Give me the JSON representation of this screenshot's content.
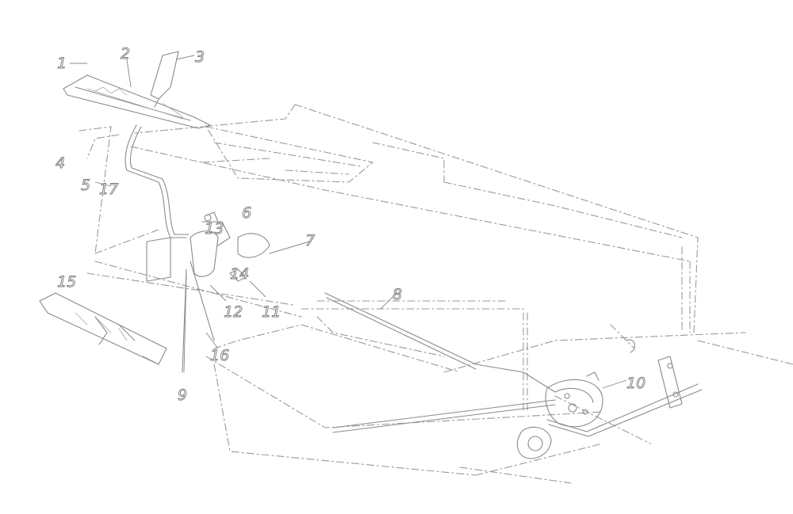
{
  "diagram": {
    "description_style": "line-art",
    "callouts": [
      {
        "id": "c1",
        "label": "1"
      },
      {
        "id": "c2",
        "label": "2"
      },
      {
        "id": "c3",
        "label": "3"
      },
      {
        "id": "c4",
        "label": "4"
      },
      {
        "id": "c5",
        "label": "5"
      },
      {
        "id": "c6",
        "label": "6"
      },
      {
        "id": "c7",
        "label": "7"
      },
      {
        "id": "c8",
        "label": "8"
      },
      {
        "id": "c9",
        "label": "9"
      },
      {
        "id": "c10",
        "label": "10"
      },
      {
        "id": "c11",
        "label": "11"
      },
      {
        "id": "c12",
        "label": "12"
      },
      {
        "id": "c13",
        "label": "13"
      },
      {
        "id": "c14",
        "label": "14"
      },
      {
        "id": "c15",
        "label": "15"
      },
      {
        "id": "c16",
        "label": "16"
      },
      {
        "id": "c17",
        "label": "17"
      }
    ]
  }
}
